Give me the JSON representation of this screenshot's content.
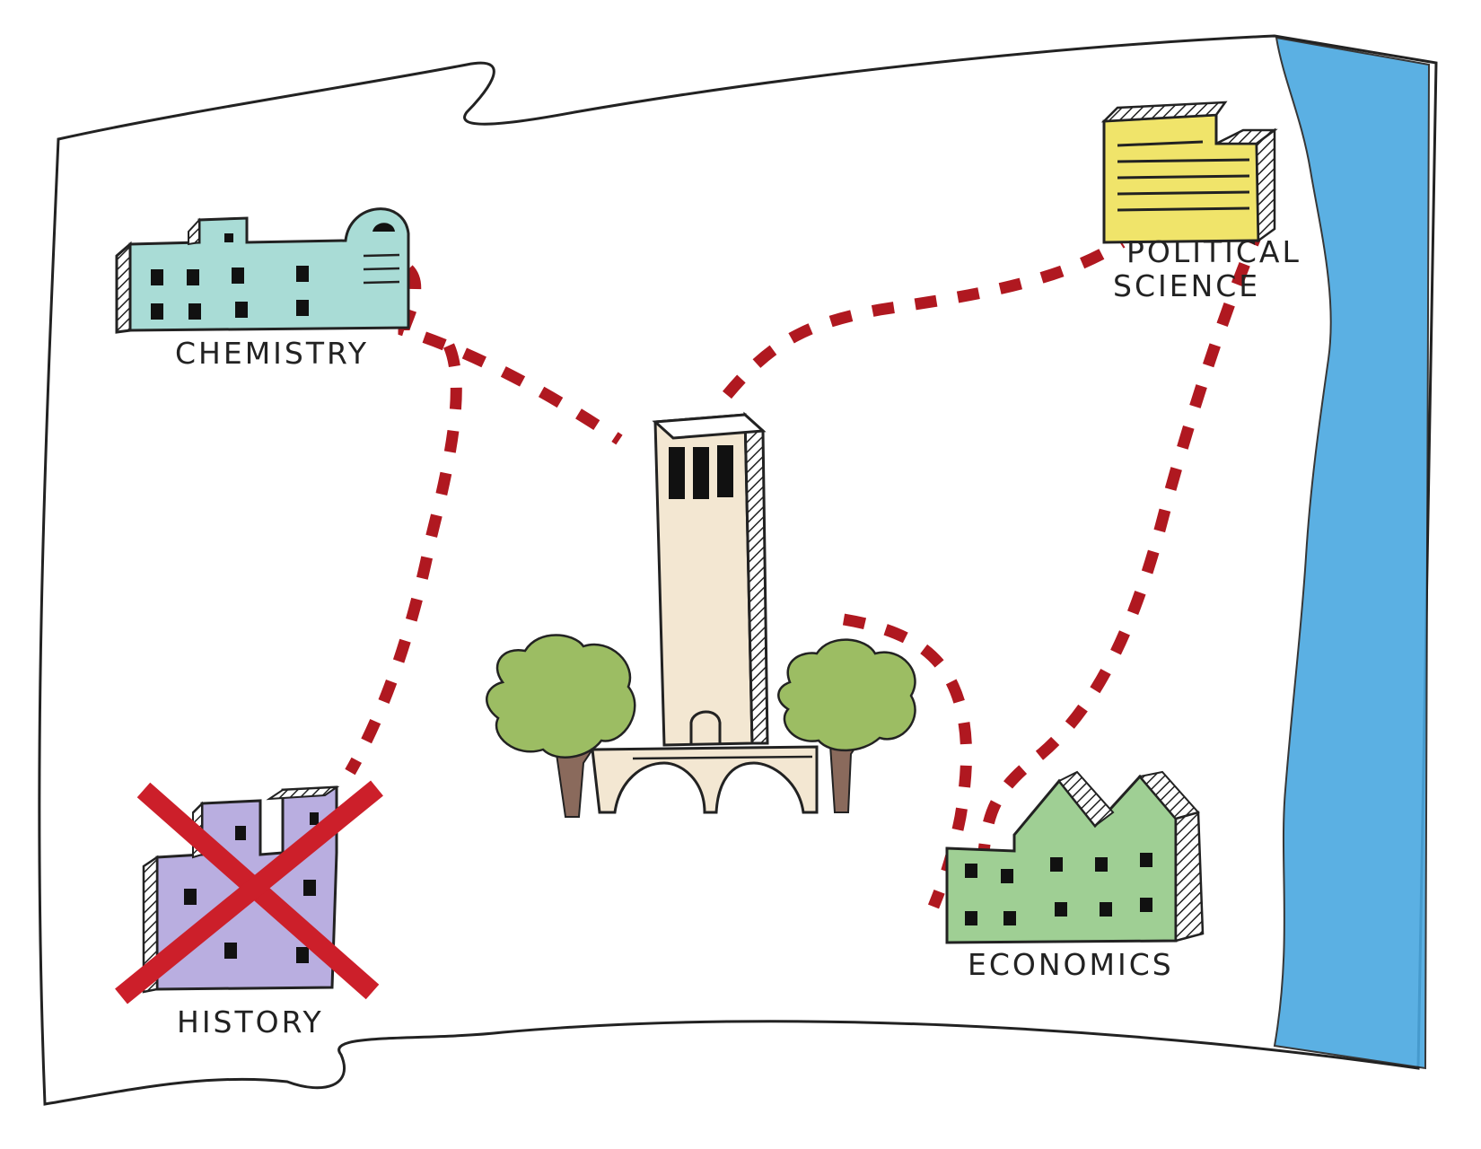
{
  "map": {
    "colors": {
      "paper_outline": "#222222",
      "river": "#4aa8e0",
      "path": "#b01820",
      "cross": "#cc1f2a",
      "chemistry": "#a9dcd6",
      "political_science": "#f0e46a",
      "history": "#b9aee0",
      "economics": "#9fcf94",
      "tower": "#f3e7d2",
      "trees": "#9cbd63",
      "trunk": "#8a6a5c"
    },
    "buildings": [
      {
        "id": "chemistry",
        "label": "CHEMISTRY",
        "icon": "lab-building-icon",
        "crossed_out": false
      },
      {
        "id": "political-science",
        "label_lines": [
          "POLITICAL",
          "SCIENCE"
        ],
        "icon": "office-building-icon",
        "crossed_out": false
      },
      {
        "id": "history",
        "label": "HISTORY",
        "icon": "castle-building-icon",
        "crossed_out": true
      },
      {
        "id": "economics",
        "label": "ECONOMICS",
        "icon": "gabled-building-icon",
        "crossed_out": false
      }
    ],
    "landmark": {
      "id": "clock-tower",
      "icon": "bell-tower-icon"
    },
    "river": {
      "id": "river",
      "icon": "river-icon"
    },
    "paths": [
      {
        "from": "chemistry",
        "to": "clock-tower"
      },
      {
        "from": "clock-tower",
        "to": "political-science"
      },
      {
        "from": "chemistry",
        "to": "history"
      },
      {
        "from": "political-science",
        "to": "economics"
      },
      {
        "from": "clock-tower",
        "to": "economics"
      }
    ]
  }
}
